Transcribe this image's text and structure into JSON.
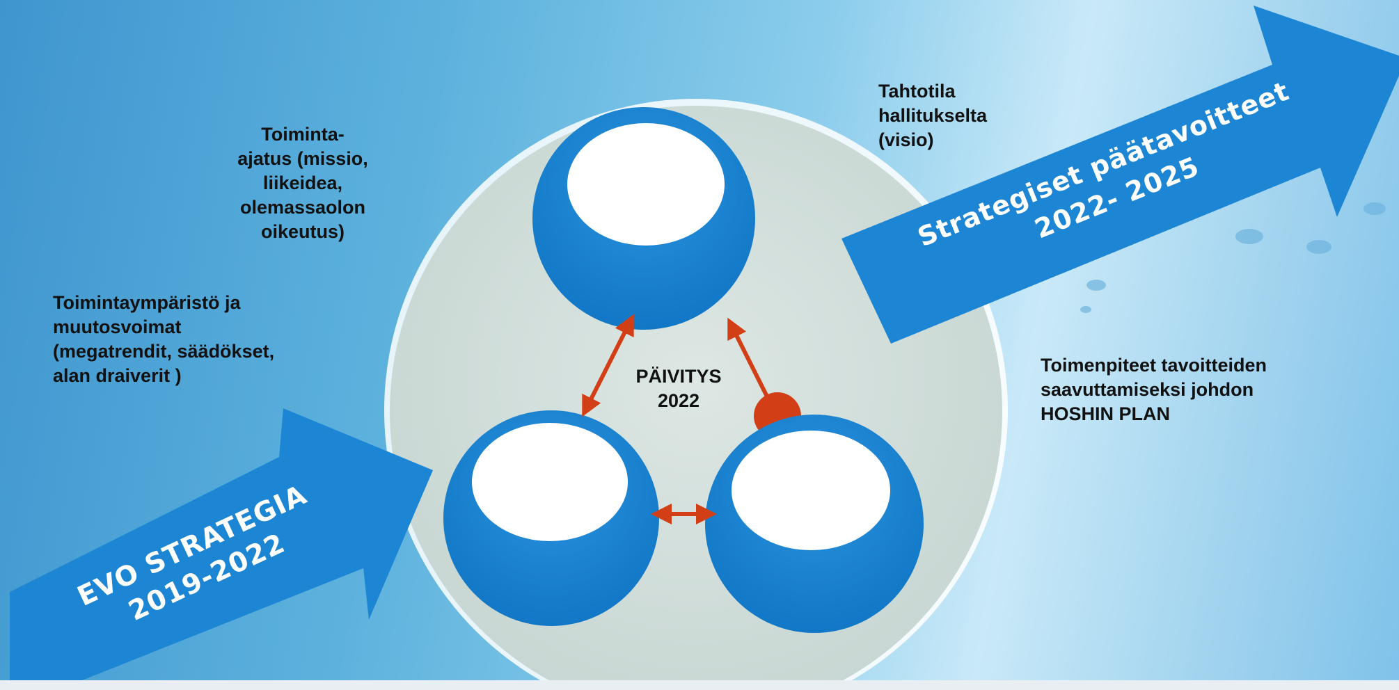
{
  "labels": {
    "mission": "Toiminta-\najatus (missio,\nliikeidea,\nolemassaolon\noikeutus)",
    "environment": "Toimintaympäristö ja\nmuutosvoimat\n(megatrendit, säädökset,\nalan draiverit )",
    "vision": "Tahtotila\nhallitukselta\n (visio)",
    "actions": "Toimenpiteet tavoitteiden\nsaavuttamiseksi johdon\nHOSHIN PLAN"
  },
  "center": {
    "line1": "PÄIVITYS",
    "line2": "2022"
  },
  "arrows": {
    "input_line1": "EVO STRATEGIA",
    "input_line2": "2019-2022",
    "output_line1": "Strategiset päätavoitteet",
    "output_line2": "2022- 2025"
  },
  "colors": {
    "arrow_blue": "#1d86d4",
    "sphere_blue": "#1a82cf",
    "connector_red": "#d23f16",
    "center_disc": "#d5e1de"
  }
}
